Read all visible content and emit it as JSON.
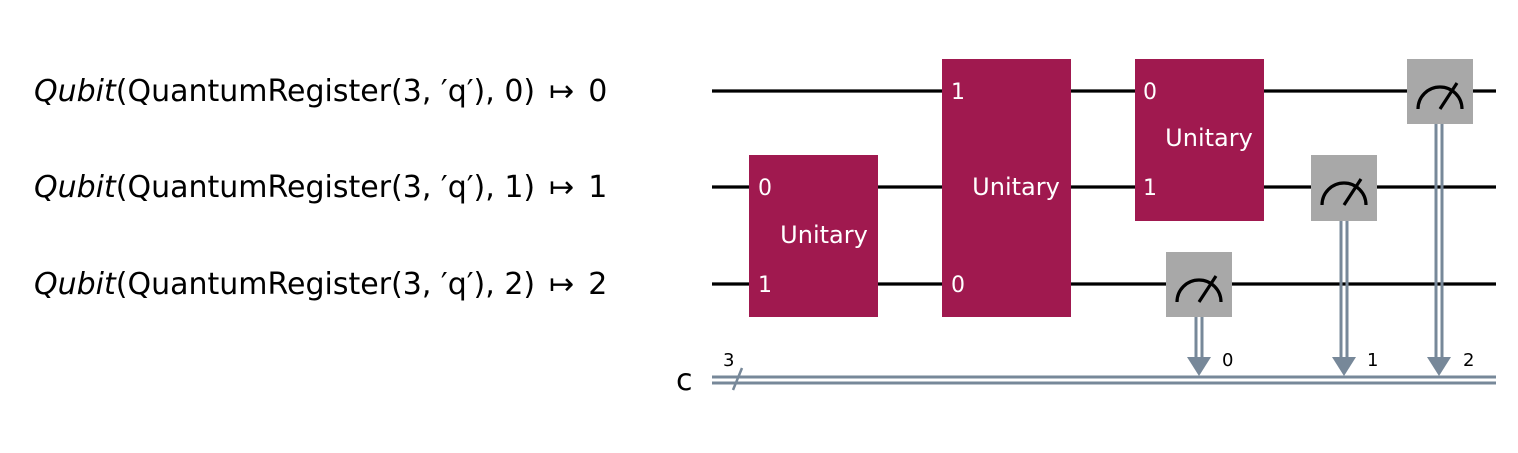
{
  "colors": {
    "unitary_fill": "#A0194F",
    "measure_fill": "#A8A8A8",
    "classical_wire": "#778899",
    "wire": "#000000",
    "text_on_gate": "#FFFFFF"
  },
  "qubits": [
    {
      "label_prefix": "Qubit",
      "label_args": "(QuantumRegister(3, ′q′), 0)",
      "arrow": "↦",
      "index": "0"
    },
    {
      "label_prefix": "Qubit",
      "label_args": "(QuantumRegister(3, ′q′), 1)",
      "arrow": "↦",
      "index": "1"
    },
    {
      "label_prefix": "Qubit",
      "label_args": "(QuantumRegister(3, ′q′), 2)",
      "arrow": "↦",
      "index": "2"
    }
  ],
  "classical_register": {
    "label": "c",
    "size": "3"
  },
  "gates": [
    {
      "type": "unitary",
      "label": "Unitary",
      "inputs": [
        "0",
        "1"
      ]
    },
    {
      "type": "unitary",
      "label": "Unitary",
      "inputs": [
        "1",
        "0"
      ]
    },
    {
      "type": "unitary",
      "label": "Unitary",
      "inputs": [
        "0",
        "1"
      ]
    }
  ],
  "measurements": [
    {
      "qubit": "2",
      "cbit": "0"
    },
    {
      "qubit": "1",
      "cbit": "1"
    },
    {
      "qubit": "0",
      "cbit": "2"
    }
  ]
}
